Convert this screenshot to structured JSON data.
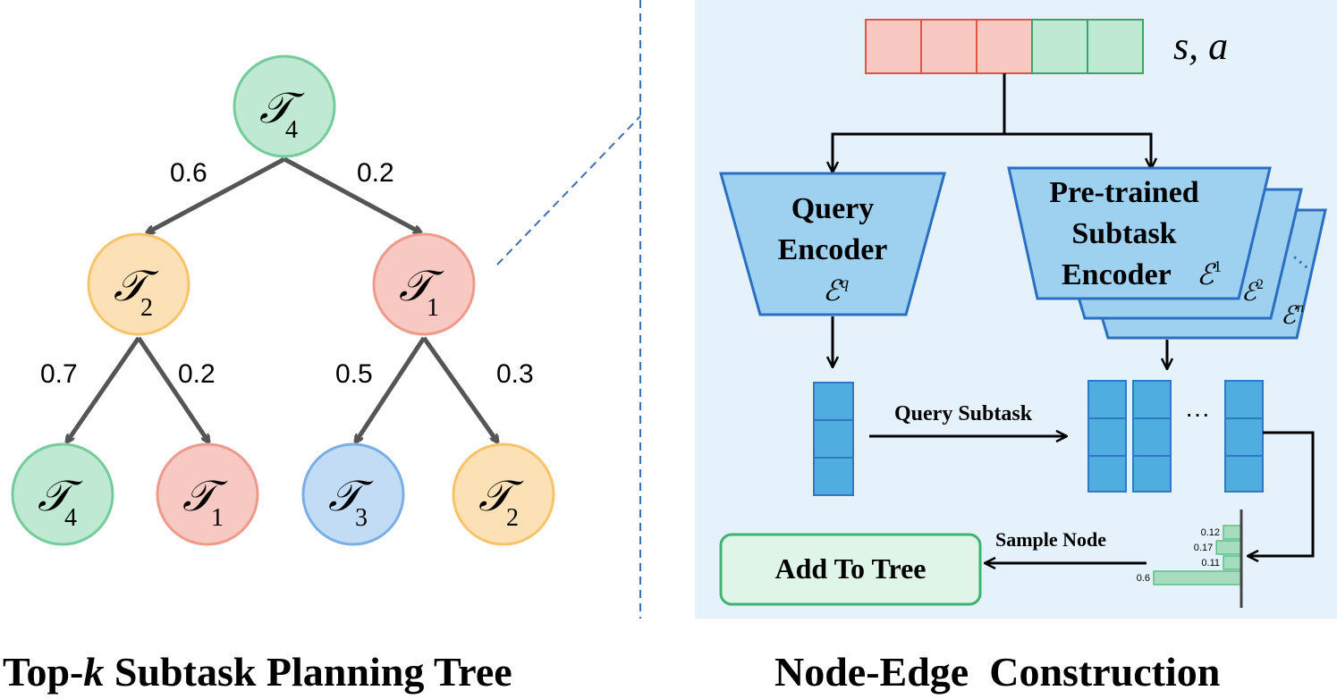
{
  "tree": {
    "caption_prefix": "Top-",
    "caption_k": "k",
    "caption_suffix": " Subtask Planning Tree",
    "nodes": [
      {
        "id": "root",
        "symbol": "𝒯",
        "sub": "4",
        "color": "green"
      },
      {
        "id": "l1",
        "symbol": "𝒯",
        "sub": "2",
        "color": "orange"
      },
      {
        "id": "r1",
        "symbol": "𝒯",
        "sub": "1",
        "color": "red"
      },
      {
        "id": "ll",
        "symbol": "𝒯",
        "sub": "4",
        "color": "green"
      },
      {
        "id": "lr",
        "symbol": "𝒯",
        "sub": "1",
        "color": "red"
      },
      {
        "id": "rl",
        "symbol": "𝒯",
        "sub": "3",
        "color": "blue"
      },
      {
        "id": "rr",
        "symbol": "𝒯",
        "sub": "2",
        "color": "orange"
      }
    ],
    "edges": [
      {
        "label": "0.6"
      },
      {
        "label": "0.2"
      },
      {
        "label": "0.7"
      },
      {
        "label": "0.2"
      },
      {
        "label": "0.5"
      },
      {
        "label": "0.3"
      }
    ]
  },
  "construction": {
    "caption": "Node-Edge  Construction",
    "input_label": "s, a",
    "query_encoder": {
      "line1": "Query",
      "line2": "Encoder",
      "symbol": "ℰ",
      "sup": "q"
    },
    "subtask_encoder": {
      "line1": "Pre-trained",
      "line2": "Subtask",
      "line3": "Encoder",
      "symbol": "ℰ",
      "sup1": "1",
      "sup2": "2",
      "supn": "n",
      "dots": "⋯"
    },
    "query_subtask_label": "Query Subtask",
    "ellipsis": "···",
    "sample_node_label": "Sample Node",
    "add_to_tree": "Add To Tree",
    "bar_values": [
      0.12,
      0.17,
      0.11,
      0.6
    ],
    "bar_labels": [
      "0.12",
      "0.17",
      "0.11",
      "0.6"
    ]
  },
  "colors": {
    "green_fill": "#bfe9d3",
    "green_stroke": "#74cc9c",
    "orange_fill": "#fde1b6",
    "orange_stroke": "#f7c36b",
    "red_fill": "#f8c9c2",
    "red_stroke": "#ee9a8c",
    "blue_fill": "#c3dcf5",
    "blue_stroke": "#7aaee6",
    "panel_bg": "#e6f2fb",
    "encoder_fill": "#9dd1ef",
    "encoder_stroke": "#2a6fc1",
    "vector_fill": "#4faedf",
    "vector_stroke": "#2e78c4",
    "arrow": "#555555"
  }
}
